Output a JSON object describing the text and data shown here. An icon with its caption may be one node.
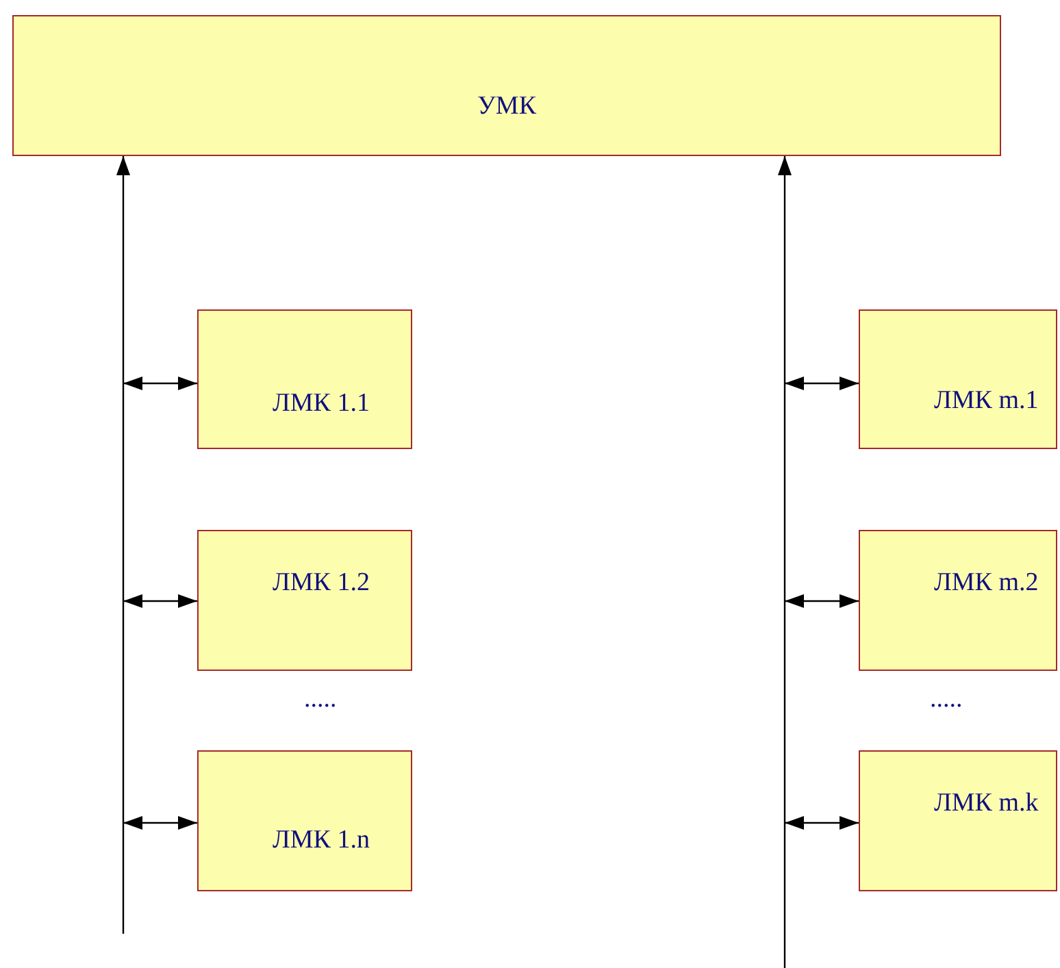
{
  "diagram": {
    "nodes": [
      {
        "text": [
          "УМК"
        ]
      },
      {
        "text": [
          "ЛМК 1.1"
        ]
      },
      {
        "text": [
          "ЛМК 1.2"
        ]
      },
      {
        "text": [
          "ЛМК 1.n"
        ]
      },
      {
        "text": [
          "ЛМК m.1"
        ]
      },
      {
        "text": [
          "ЛМК m.2"
        ]
      },
      {
        "text": [
          "ЛМК m.k"
        ]
      }
    ],
    "edges": [
      {
        "from": null,
        "to": 0,
        "arrow": "to"
      },
      {
        "from": null,
        "to": 0,
        "arrow": "to"
      },
      {
        "from": null,
        "to": 1,
        "arrow": "both"
      },
      {
        "from": null,
        "to": 2,
        "arrow": "both"
      },
      {
        "from": null,
        "to": 3,
        "arrow": "both"
      },
      {
        "from": null,
        "to": 4,
        "arrow": "both"
      },
      {
        "from": null,
        "to": 5,
        "arrow": "both"
      },
      {
        "from": null,
        "to": 6,
        "arrow": "both"
      }
    ],
    "labels": [
      ".....",
      "....."
    ]
  }
}
